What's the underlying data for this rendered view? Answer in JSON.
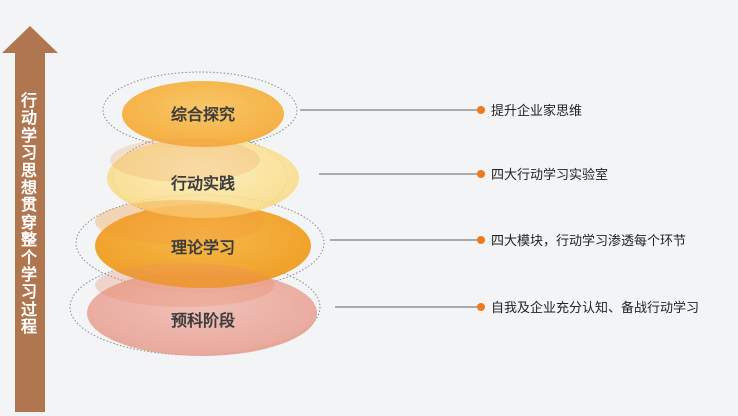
{
  "arrow_label": "行动学习思想贯穿整个学习过程",
  "layers": [
    {
      "label": "综合探究",
      "description": "提升企业家思维",
      "color": "#f5b140"
    },
    {
      "label": "行动实践",
      "description": "四大行动学习实验室",
      "color": "#fbe08e"
    },
    {
      "label": "理论学习",
      "description": "四大模块，行动学习渗透每个环节",
      "color": "#f2a020"
    },
    {
      "label": "预科阶段",
      "description": "自我及企业充分认知、备战行动学习",
      "color": "#eba79d"
    }
  ],
  "colors": {
    "arrow": "#b07650",
    "connector": "#606060",
    "bullet": "#f07a1a"
  }
}
